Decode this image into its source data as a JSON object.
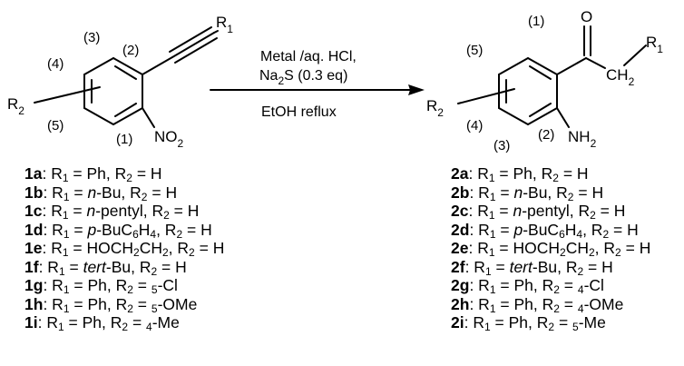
{
  "reactant": {
    "substituents": {
      "r1": "R",
      "r1_sub": "1",
      "r2": "R",
      "r2_sub": "2",
      "nitro": "NO",
      "nitro_sub": "2"
    },
    "locants": [
      "(1)",
      "(2)",
      "(3)",
      "(4)",
      "(5)"
    ]
  },
  "product": {
    "substituents": {
      "oxygen": "O",
      "ch2": "CH",
      "ch2_sub": "2",
      "r1": "R",
      "r1_sub": "1",
      "r2": "R",
      "r2_sub": "2",
      "amine": "NH",
      "amine_sub": "2"
    },
    "locants": [
      "(1)",
      "(2)",
      "(3)",
      "(4)",
      "(5)"
    ]
  },
  "conditions": {
    "line1": "Metal /aq. HCl,",
    "line2_a": "Na",
    "line2_sub": "2",
    "line2_b": "S (0.3 eq)",
    "line3": "EtOH reflux"
  },
  "reactant_entries": [
    {
      "id": "1a",
      "r1": "Ph",
      "r2": "H"
    },
    {
      "id": "1b",
      "r1": "n-Bu",
      "r2": "H"
    },
    {
      "id": "1c",
      "r1": "n-pentyl",
      "r2": "H"
    },
    {
      "id": "1d",
      "r1": "p-BuC6H4",
      "r2": "H"
    },
    {
      "id": "1e",
      "r1": "HOCH2CH2",
      "r2": "H"
    },
    {
      "id": "1f",
      "r1": "tert-Bu",
      "r2": "H"
    },
    {
      "id": "1g",
      "r1": "Ph",
      "r2": "5-Cl"
    },
    {
      "id": "1h",
      "r1": "Ph",
      "r2": "5-OMe"
    },
    {
      "id": "1i",
      "r1": "Ph",
      "r2": "4-Me"
    }
  ],
  "product_entries": [
    {
      "id": "2a",
      "r1": "Ph",
      "r2": "H"
    },
    {
      "id": "2b",
      "r1": "n-Bu",
      "r2": "H"
    },
    {
      "id": "2c",
      "r1": "n-pentyl",
      "r2": "H"
    },
    {
      "id": "2d",
      "r1": "p-BuC6H4",
      "r2": "H"
    },
    {
      "id": "2e",
      "r1": "HOCH2CH2",
      "r2": "H"
    },
    {
      "id": "2f",
      "r1": "tert-Bu",
      "r2": "H"
    },
    {
      "id": "2g",
      "r1": "Ph",
      "r2": "4-Cl"
    },
    {
      "id": "2h",
      "r1": "Ph",
      "r2": "4-OMe"
    },
    {
      "id": "2i",
      "r1": "Ph",
      "r2": "5-Me"
    }
  ]
}
